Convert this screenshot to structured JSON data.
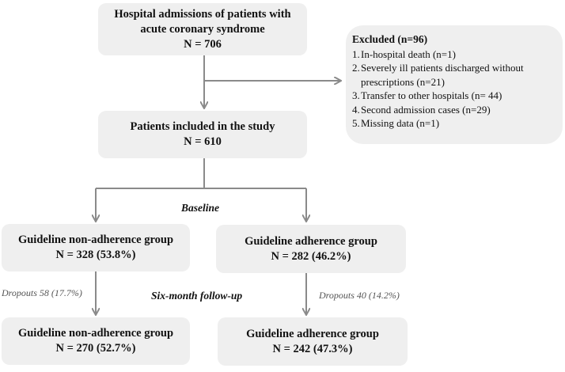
{
  "boxes": {
    "admissions": {
      "line1": "Hospital admissions of patients with",
      "line2": "acute coronary syndrome",
      "line3": "N = 706"
    },
    "included": {
      "line1": "Patients included in the study",
      "line2": "N = 610"
    },
    "nonadherence_baseline": {
      "line1": "Guideline non-adherence group",
      "line2": "N = 328 (53.8%)"
    },
    "adherence_baseline": {
      "line1": "Guideline adherence group",
      "line2": "N = 282 (46.2%)"
    },
    "nonadherence_followup": {
      "line1": "Guideline non-adherence group",
      "line2": "N = 270 (52.7%)"
    },
    "adherence_followup": {
      "line1": "Guideline adherence group",
      "line2": "N = 242 (47.3%)"
    }
  },
  "excluded": {
    "title": "Excluded (n=96)",
    "items": [
      {
        "num": "1.",
        "text": "In-hospital death (n=1)"
      },
      {
        "num": "2.",
        "text": "Severely ill patients discharged without prescriptions (n=21)"
      },
      {
        "num": "3.",
        "text": "Transfer to other hospitals (n= 44)"
      },
      {
        "num": "4.",
        "text": "Second admission cases (n=29)"
      },
      {
        "num": "5.",
        "text": "Missing data (n=1)"
      }
    ]
  },
  "labels": {
    "baseline": "Baseline",
    "followup": "Six-month follow-up",
    "dropouts_left": "Dropouts 58 (17.7%)",
    "dropouts_right": "Dropouts 40 (14.2%)"
  },
  "colors": {
    "box_fill": "#efefef",
    "arrow": "#8a8a8a"
  }
}
